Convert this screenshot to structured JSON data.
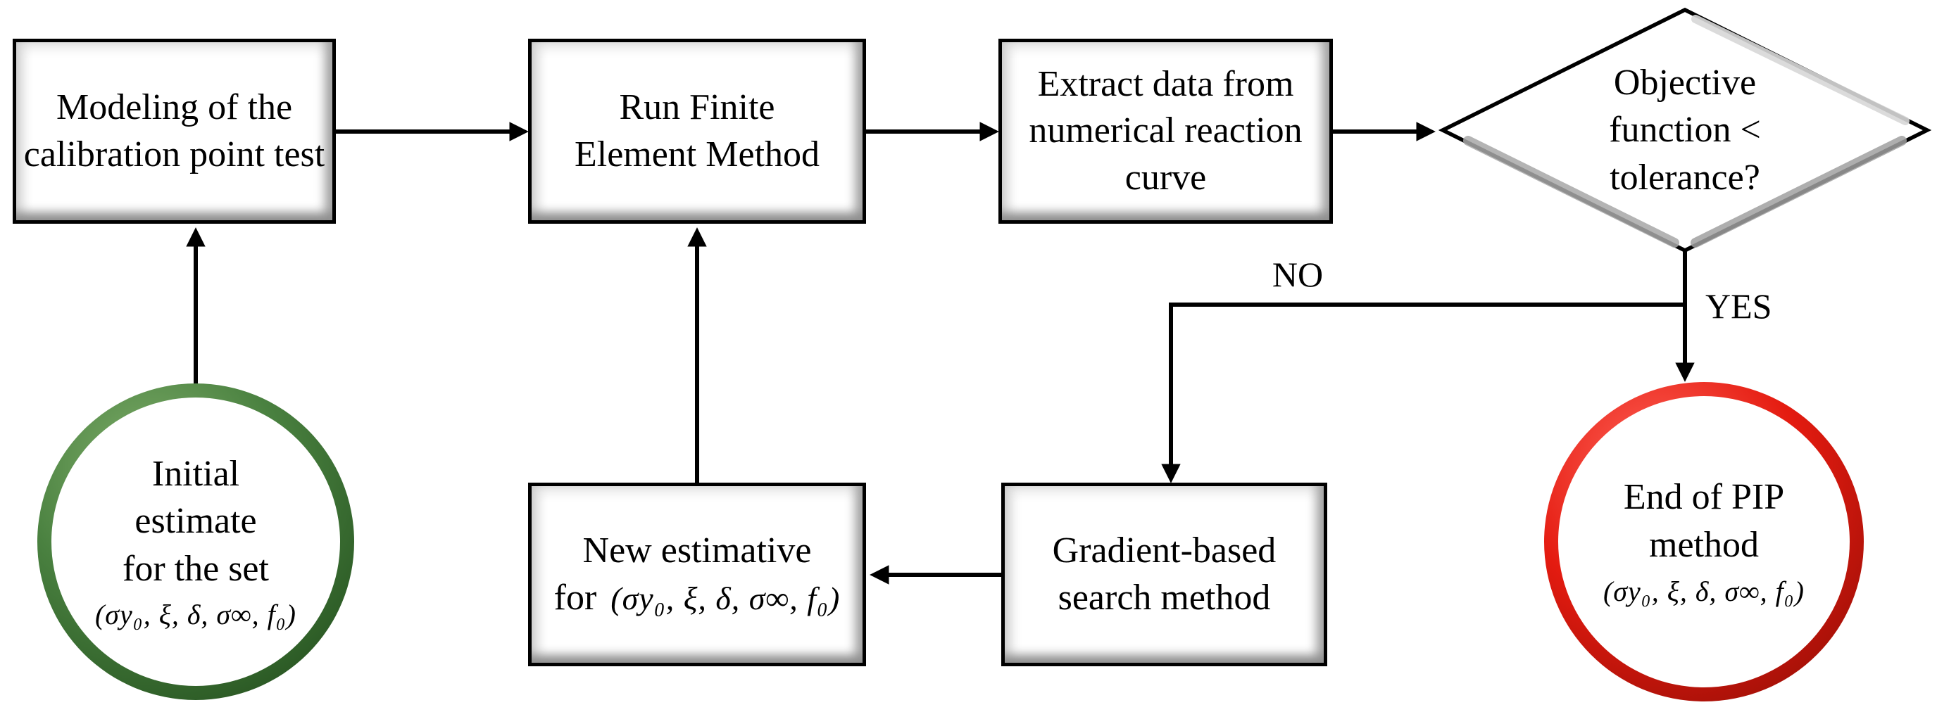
{
  "flowchart": {
    "boxes": {
      "modeling": {
        "lines": [
          "Modeling of the",
          "calibration point test"
        ]
      },
      "fem": {
        "lines": [
          "Run Finite",
          "Element Method"
        ]
      },
      "extract": {
        "lines": [
          "Extract data from",
          "numerical reaction",
          "curve"
        ]
      },
      "gradient": {
        "lines": [
          "Gradient-based",
          "search method"
        ]
      },
      "new_estimate": {
        "line1": "New estimative",
        "line2_prefix": "for",
        "params": "(σy₀, ξ, δ, σ∞, f₀)"
      }
    },
    "decision": {
      "lines": [
        "Objective",
        "function <",
        "tolerance?"
      ]
    },
    "terminals": {
      "start": {
        "lines": [
          "Initial",
          "estimate",
          "for the set"
        ],
        "params": "(σy₀, ξ, δ, σ∞, f₀)",
        "ring_color": "#447a36"
      },
      "end": {
        "lines": [
          "End of PIP",
          "method"
        ],
        "params": "(σy₀, ξ, δ, σ∞, f₀)",
        "ring_color": "#e41b10"
      }
    },
    "branch_labels": {
      "no": "NO",
      "yes": "YES"
    },
    "colors": {
      "connector": "#000000",
      "node_fill": "#ffffff",
      "node_border": "#000000",
      "bevel_shadow": "#8e8e8e"
    }
  }
}
